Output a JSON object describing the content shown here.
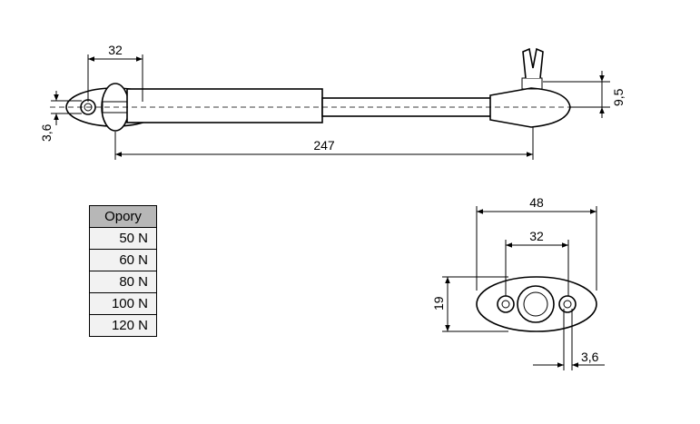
{
  "dimensions": {
    "side_hole_spacing": "32",
    "side_hole_diameter": "3,6",
    "side_total_length": "247",
    "side_end_height": "9,5",
    "plate_width": "48",
    "plate_hole_spacing": "32",
    "plate_height": "19",
    "plate_hole_diameter": "3,6"
  },
  "force_table": {
    "header": "Opory",
    "rows": [
      "50 N",
      "60 N",
      "80 N",
      "100 N",
      "120 N"
    ]
  }
}
